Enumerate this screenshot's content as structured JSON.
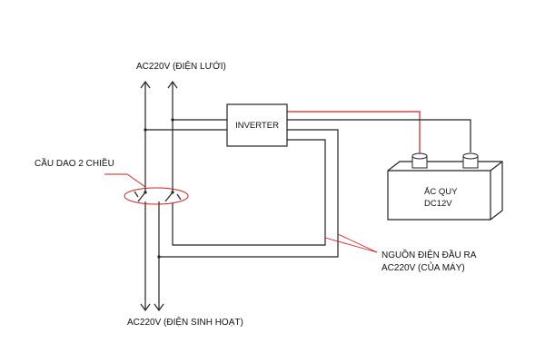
{
  "labels": {
    "grid_input": "AC220V (ĐIỆN LƯỚI)",
    "switch": "CẦU DAO 2 CHIỀU",
    "household_output": "AC220V (ĐIỆN SINH HOẠT)",
    "inverter": "INVERTER",
    "battery_line1": "ẮC QUY",
    "battery_line2": "DC12V",
    "output_line1": "NGUỒN ĐIỆN ĐẦU RA",
    "output_line2": "AC220V (CỦA MÁY)"
  },
  "colors": {
    "wire": "#222222",
    "positive_wire": "#d02020",
    "leader": "#d02020",
    "background": "#ffffff"
  }
}
